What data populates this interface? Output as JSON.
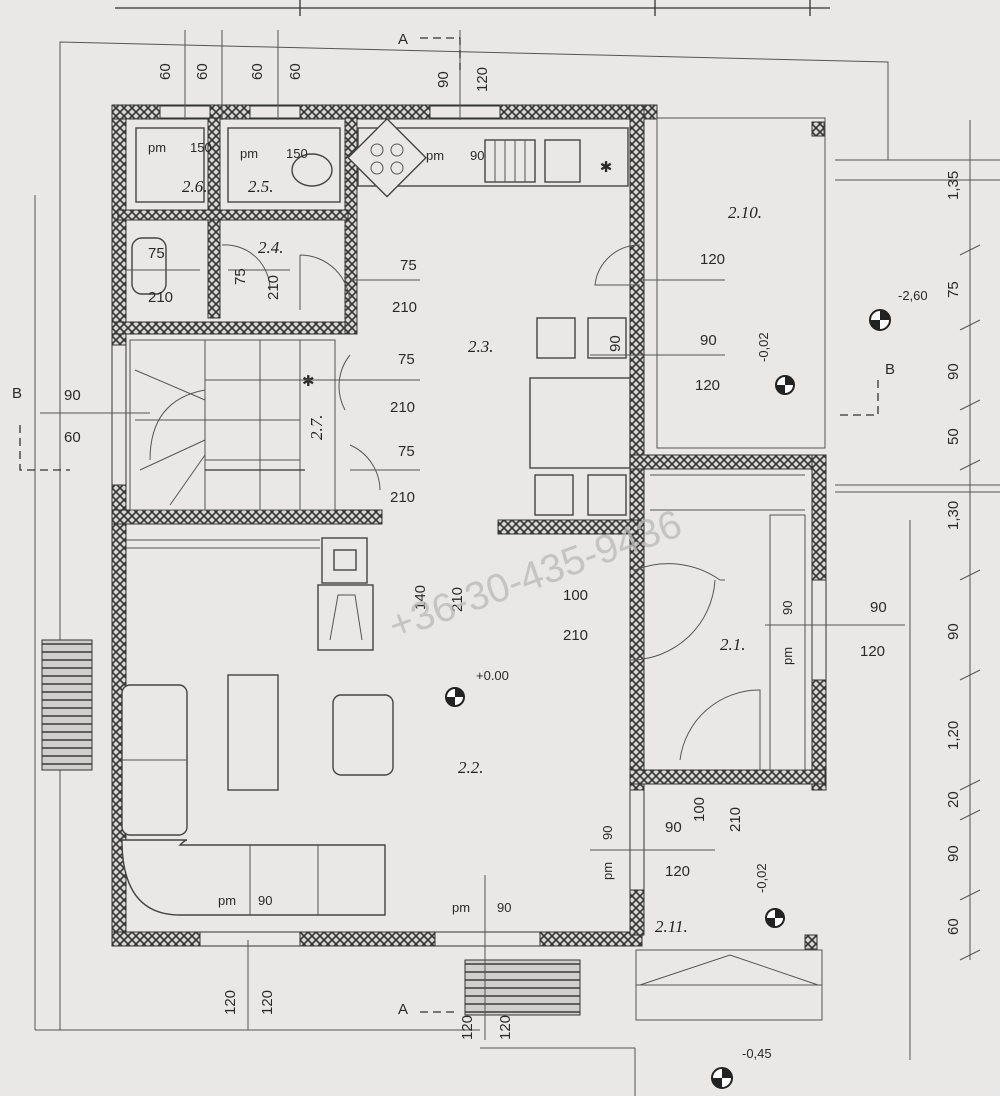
{
  "rooms": [
    {
      "id": "2.1",
      "label": "2.1."
    },
    {
      "id": "2.2",
      "label": "2.2."
    },
    {
      "id": "2.3",
      "label": "2.3."
    },
    {
      "id": "2.4",
      "label": "2.4."
    },
    {
      "id": "2.5",
      "label": "2.5."
    },
    {
      "id": "2.6",
      "label": "2.6."
    },
    {
      "id": "2.7",
      "label": "2.7."
    },
    {
      "id": "2.10",
      "label": "2.10."
    },
    {
      "id": "2.11",
      "label": "2.11."
    }
  ],
  "levels": {
    "ground": "+0.00",
    "terrace": "-0,02",
    "entry": "-0,02",
    "outer": "-2,60",
    "step": "-0,45"
  },
  "section_marks": {
    "a": "A",
    "b": "B"
  },
  "watermark": "+36-30-435-9436",
  "dimensions": {
    "top": [
      "60",
      "60",
      "60",
      "60",
      "90",
      "120"
    ],
    "right": [
      "1,35",
      "75",
      "90",
      "50",
      "1,30",
      "90",
      "1,20",
      "20",
      "90",
      "60"
    ],
    "bottom": [
      "120",
      "120",
      "120",
      "120"
    ],
    "b_left": [
      "90",
      "60"
    ],
    "windows": [
      "pm",
      "150",
      "pm",
      "150",
      "pm",
      "90",
      "pm",
      "90",
      "pm",
      "90",
      "pm",
      "90",
      "pm",
      "90"
    ],
    "doors": [
      "75",
      "210",
      "75",
      "210",
      "75",
      "210",
      "75",
      "210",
      "75",
      "210",
      "90",
      "120",
      "140",
      "210",
      "100",
      "210",
      "90",
      "120",
      "90",
      "120",
      "100",
      "210",
      "90",
      "120"
    ]
  }
}
